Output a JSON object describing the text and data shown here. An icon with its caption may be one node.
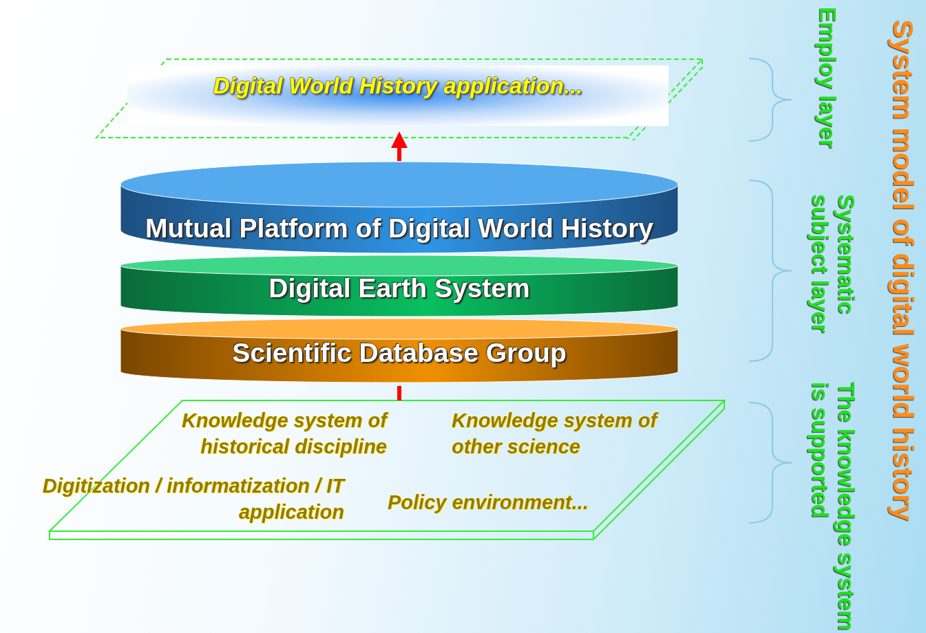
{
  "diagram": {
    "title": "System model of digital world history",
    "nodes": [
      {
        "text": [
          "Digital World History application..."
        ]
      },
      {
        "text": [
          "Mutual Platform of Digital World History"
        ]
      },
      {
        "text": [
          "Digital Earth System"
        ]
      },
      {
        "text": [
          "Scientific Database Group"
        ]
      },
      {
        "text": [
          "Knowledge system of historical discipline",
          "Knowledge system of other science",
          "Digitization / informatization / IT application",
          "Policy environment..."
        ]
      }
    ],
    "edges": [
      {
        "from": 1,
        "to": 0,
        "arrow": "to",
        "color": "#ff0000"
      },
      {
        "from": 4,
        "to": 3,
        "arrow": "none",
        "color": "#ff0000"
      }
    ],
    "labels": [
      "Employ layer",
      "Systematic subject layer",
      "The knowledge system is supported"
    ]
  }
}
